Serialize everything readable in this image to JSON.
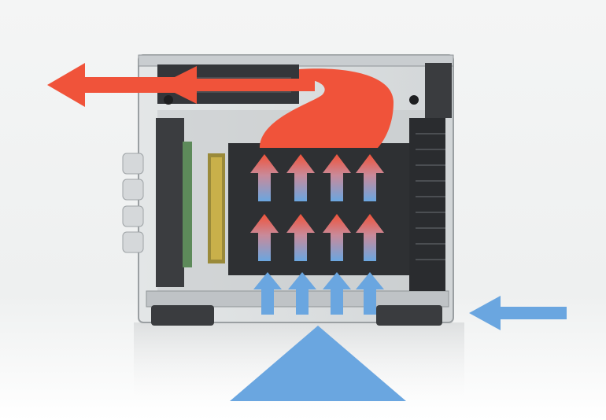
{
  "image": {
    "subject": "transparent-case-airflow-illustration",
    "colors": {
      "hot_air": "#f0533a",
      "cool_air": "#6aa6e0",
      "background_top": "#f4f5f5",
      "background_bottom": "#ffffff",
      "heatsink": "#2e3033",
      "case_glass": "#d9dcdd"
    },
    "airflow": {
      "cool_intake_arrows_bottom": 4,
      "heated_arrows_through_card": 8,
      "exhaust_direction": "left",
      "side_intake_direction": "left"
    }
  }
}
